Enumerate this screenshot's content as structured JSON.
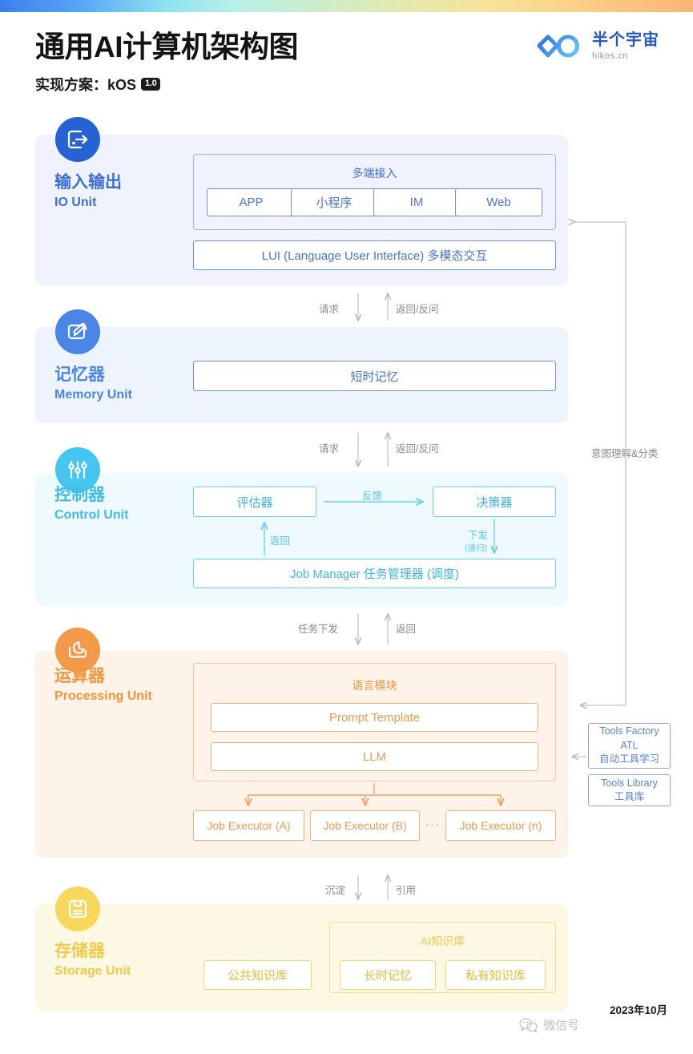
{
  "header": {
    "title": "通用AI计算机架构图",
    "subtitle_prefix": "实现方案：kOS",
    "version_badge": "1.0",
    "logo_cn": "半个宇宙",
    "logo_en": "hikos.cn"
  },
  "layers": {
    "io": {
      "name_cn": "输入输出",
      "name_en": "IO Unit",
      "group_title": "多端接入",
      "channels": [
        "APP",
        "小程序",
        "IM",
        "Web"
      ],
      "lui": "LUI (Language User Interface) 多模态交互"
    },
    "memory": {
      "name_cn": "记忆器",
      "name_en": "Memory Unit",
      "box": "短时记忆"
    },
    "control": {
      "name_cn": "控制器",
      "name_en": "Control Unit",
      "evaluator": "评估器",
      "decider": "决策器",
      "job_manager": "Job Manager 任务管理器 (调度)",
      "feedback_label": "反馈",
      "return_label": "返回",
      "dispatch_label": "下发",
      "dispatch_sub": "(递归)"
    },
    "processing": {
      "name_cn": "运算器",
      "name_en": "Processing Unit",
      "group_title": "语言模块",
      "prompt_template": "Prompt Template",
      "llm": "LLM",
      "executors": [
        "Job Executor (A)",
        "Job Executor (B)",
        "Job Executor (n)"
      ],
      "executor_ellipsis": "···"
    },
    "storage": {
      "name_cn": "存储器",
      "name_en": "Storage Unit",
      "public_kb": "公共知识库",
      "group_title": "AI知识库",
      "long_memory": "长时记忆",
      "private_kb": "私有知识库"
    }
  },
  "connectors": {
    "io_mem_down": "请求",
    "io_mem_up": "返回/反问",
    "mem_ctl_down": "请求",
    "mem_ctl_up": "返回/反问",
    "ctl_proc_down": "任务下发",
    "ctl_proc_up": "返回",
    "proc_sto_down": "沉淀",
    "proc_sto_up": "引用",
    "intent": "意图理解&分类"
  },
  "side_modules": [
    {
      "line1": "Tools Factory",
      "line2": "ATL",
      "line3": "自动工具学习"
    },
    {
      "line1": "Tools Library",
      "line2": "工具库",
      "line3": ""
    }
  ],
  "footer": {
    "date": "2023年10月",
    "watermark": "微信号"
  },
  "colors": {
    "io": "#2563d4",
    "memory": "#4a86e8",
    "control": "#45c6f2",
    "processing": "#f39a4a",
    "storage": "#f8d85c",
    "connector": "#b8b8b8",
    "brand": "#2356c9"
  }
}
